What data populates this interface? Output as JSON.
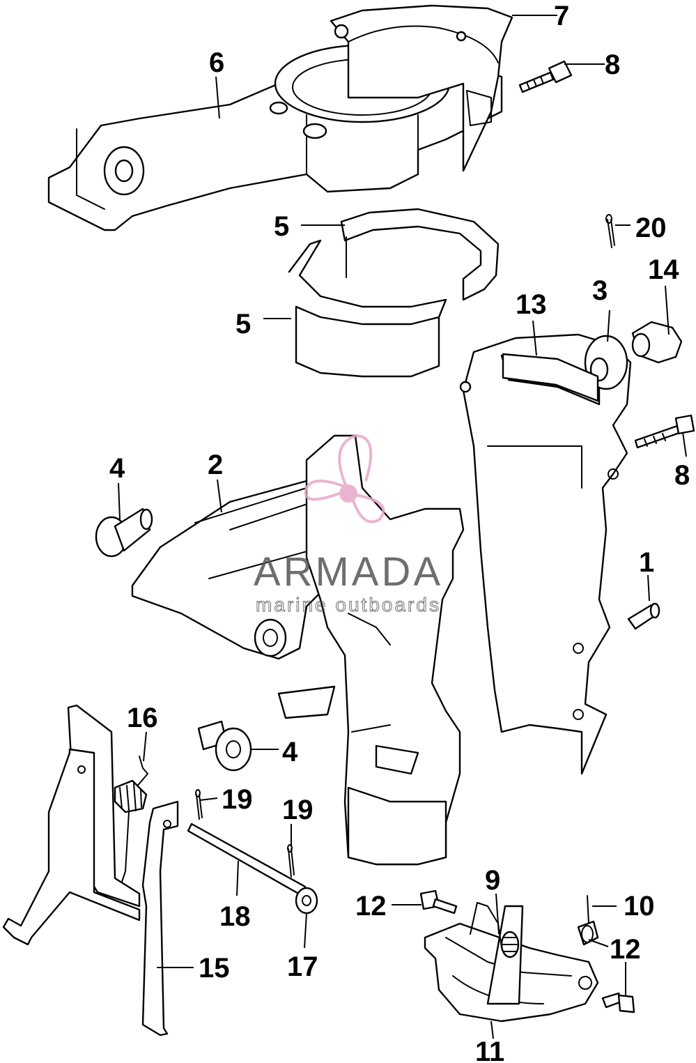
{
  "watermark": {
    "brand": "ARMADA",
    "tagline": "marine outboards",
    "text_color": "#555555",
    "logo_color": "#e7a8c8"
  },
  "callouts": [
    {
      "id": "c1",
      "label": "1"
    },
    {
      "id": "c2",
      "label": "2"
    },
    {
      "id": "c3",
      "label": "3"
    },
    {
      "id": "c4a",
      "label": "4"
    },
    {
      "id": "c4b",
      "label": "4"
    },
    {
      "id": "c5a",
      "label": "5"
    },
    {
      "id": "c5b",
      "label": "5"
    },
    {
      "id": "c6",
      "label": "6"
    },
    {
      "id": "c7",
      "label": "7"
    },
    {
      "id": "c8a",
      "label": "8"
    },
    {
      "id": "c8b",
      "label": "8"
    },
    {
      "id": "c9",
      "label": "9"
    },
    {
      "id": "c10",
      "label": "10"
    },
    {
      "id": "c11",
      "label": "11"
    },
    {
      "id": "c12a",
      "label": "12"
    },
    {
      "id": "c12b",
      "label": "12"
    },
    {
      "id": "c13",
      "label": "13"
    },
    {
      "id": "c14",
      "label": "14"
    },
    {
      "id": "c15",
      "label": "15"
    },
    {
      "id": "c16",
      "label": "16"
    },
    {
      "id": "c17",
      "label": "17"
    },
    {
      "id": "c18",
      "label": "18"
    },
    {
      "id": "c19a",
      "label": "19"
    },
    {
      "id": "c19b",
      "label": "19"
    },
    {
      "id": "c20",
      "label": "20"
    }
  ]
}
